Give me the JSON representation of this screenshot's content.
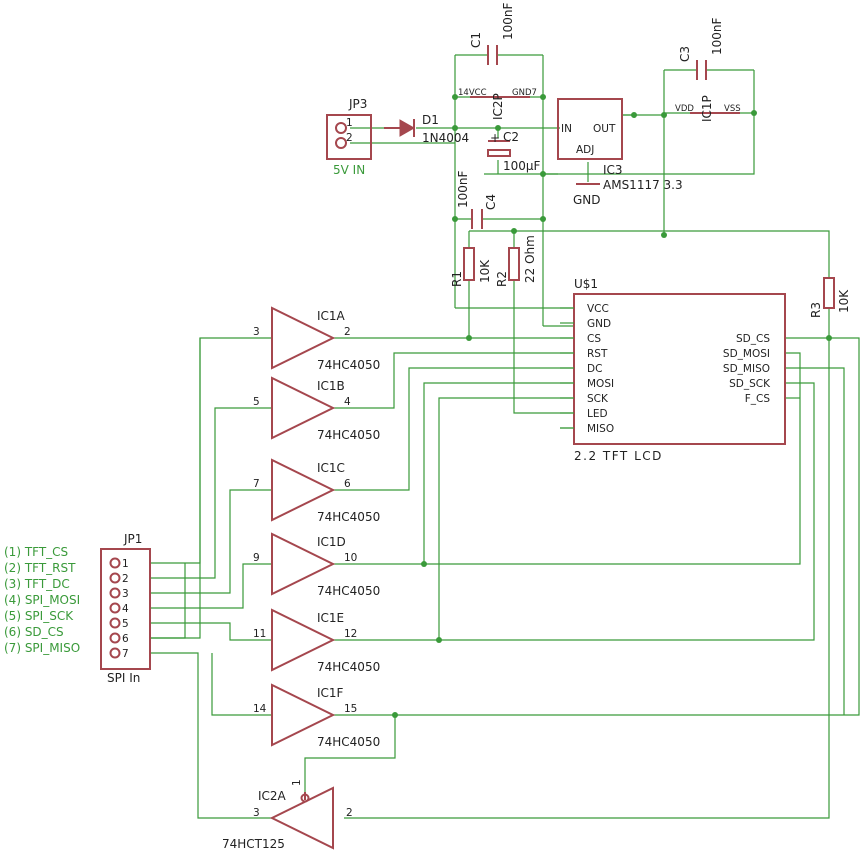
{
  "jp3": {
    "ref": "JP3",
    "pin1": "1",
    "pin2": "2",
    "value": "5V IN"
  },
  "d1": {
    "ref": "D1",
    "value": "1N4004"
  },
  "c1": {
    "ref": "C1",
    "value": "100nF"
  },
  "c2": {
    "ref": "C2",
    "value": "100µF",
    "plus": "+"
  },
  "c3": {
    "ref": "C3",
    "value": "100nF"
  },
  "c4": {
    "ref": "C4",
    "value": "100nF"
  },
  "ic2p": {
    "ref": "IC2P",
    "vcc": "14VCC",
    "gnd": "GND7"
  },
  "ic1p": {
    "ref": "IC1P",
    "vdd": "VDD",
    "vss": "VSS"
  },
  "ic3": {
    "ref": "IC3",
    "value": "AMS1117 3.3",
    "in": "IN",
    "out": "OUT",
    "adj": "ADJ"
  },
  "gnd": {
    "label": "GND"
  },
  "r1": {
    "ref": "R1",
    "value": "10K"
  },
  "r2": {
    "ref": "R2",
    "value": "22 Ohm"
  },
  "r3": {
    "ref": "R3",
    "value": "10K"
  },
  "lcd": {
    "ref": "U$1",
    "value": "2.2 TFT LCD",
    "left_pins": [
      "VCC",
      "GND",
      "CS",
      "RST",
      "DC",
      "MOSI",
      "SCK",
      "LED",
      "MISO"
    ],
    "right_pins": [
      "SD_CS",
      "SD_MOSI",
      "SD_MISO",
      "SD_SCK",
      "F_CS"
    ]
  },
  "buffers": [
    {
      "ref": "IC1A",
      "value": "74HC4050",
      "in": "3",
      "out": "2"
    },
    {
      "ref": "IC1B",
      "value": "74HC4050",
      "in": "5",
      "out": "4"
    },
    {
      "ref": "IC1C",
      "value": "74HC4050",
      "in": "7",
      "out": "6"
    },
    {
      "ref": "IC1D",
      "value": "74HC4050",
      "in": "9",
      "out": "10"
    },
    {
      "ref": "IC1E",
      "value": "74HC4050",
      "in": "11",
      "out": "12"
    },
    {
      "ref": "IC1F",
      "value": "74HC4050",
      "in": "14",
      "out": "15"
    }
  ],
  "ic2a": {
    "ref": "IC2A",
    "value": "74HCT125",
    "in": "3",
    "out": "2",
    "oe": "1"
  },
  "jp1": {
    "ref": "JP1",
    "value": "SPI In",
    "pins": [
      "1",
      "2",
      "3",
      "4",
      "5",
      "6",
      "7"
    ],
    "signals": [
      "(1) TFT_CS",
      "(2) TFT_RST",
      "(3) TFT_DC",
      "(4) SPI_MOSI",
      "(5) SPI_SCK",
      "(6) SD_CS",
      "(7) SPI_MISO"
    ]
  }
}
